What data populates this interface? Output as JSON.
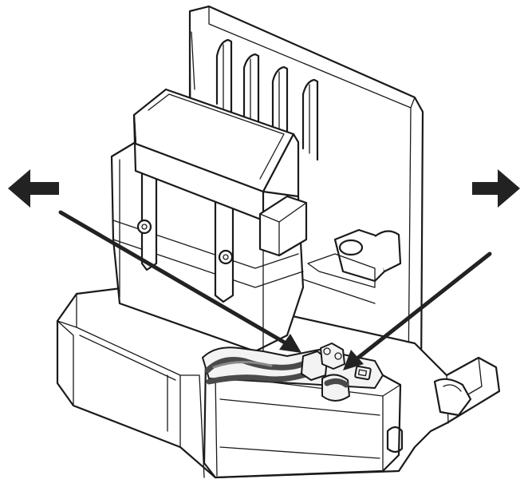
{
  "figure": {
    "subject": "charger-base-assembly",
    "left_arrow_direction": "left",
    "right_arrow_direction": "right",
    "pointer_count": 2,
    "colors": {
      "outline": "#1a1a1a",
      "cable": "#4a4a4a",
      "arrow": "#222222",
      "background": "#ffffff"
    }
  }
}
